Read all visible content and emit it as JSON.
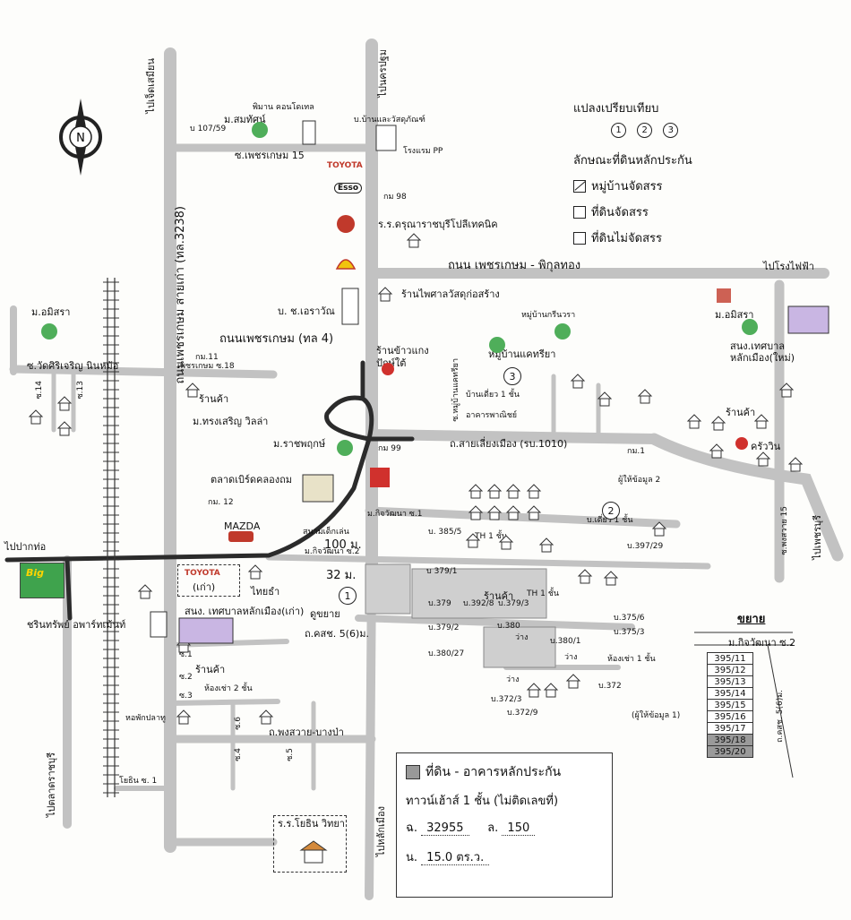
{
  "legend": {
    "compare_title": "แปลงเปรียบเทียบ",
    "compare_numbers": [
      "1",
      "2",
      "3"
    ],
    "type_title": "ลักษณะที่ดินหลักประกัน",
    "types": [
      "หมู่บ้านจัดสรร",
      "ที่ดินจัดสรร",
      "ที่ดินไม่จัดสรร"
    ]
  },
  "compass": {
    "north": "N"
  },
  "roads": {
    "to_jed_sadien": "ไปเจ็ดเสมียน",
    "to_nakhon_pathom": "ไปนครปฐม",
    "to_power_plant": "ไปโรงไฟฟ้า",
    "to_pak_tho": "ไปปากท่อ",
    "to_ratchaburi_market": "ไปตลาดราชบุรี",
    "to_photharam_hua": "ไปหลักเมือง",
    "to_phetchaburi": "ไปเพชรบุรี",
    "phetkasem_15": "ซ.เพชรเกษม 15",
    "phetkasem_pikulthong": "ถนน เพชรเกษม - พิกุลทอง",
    "phetkasem_4": "ถนนเพชรเกษม (ทล 4)",
    "old_phetkasem": "ถนนเพชรเกษม สายเก่า (ทล.3238)",
    "wat_sirijaroen": "ซ.วัดศิริเจริญ นินหม้อ",
    "phetkasem_18": "เพชรเกษม ซ.18",
    "bypass_1010": "ถ.สายเลี่ยงเมือง (รบ.1010)",
    "kijwattana_1": "ม.กิจวัฒนา ซ.1",
    "kijwattana_2": "ม.กิจวัฒนา ซ.2",
    "khosot_5": "ถ.คสช. 5(6)ม.",
    "phongsawai_bangpa": "ถ.พงสวาย-บางป่า",
    "yothin_1": "โยธิน ซ. 1",
    "soi_14": "ซ.14",
    "soi_13": "ซ.13",
    "soi_15": "ซ.พงสวาย 15",
    "soi_3": "ซ.3",
    "soi_4": "ซ.4",
    "soi_6": "ซ.6",
    "soi_5": "ซ.5",
    "soi_1": "ซ.1",
    "soi_2": "ซ.2",
    "moo_ban_kae": "ซ.หมู่บ้านแคทรียา"
  },
  "places": {
    "m_somthat": "ม.สมทัศน์",
    "piman_condo": "พิมาน คอนโดเทล",
    "house_supply": "บ.บ้านและวัสดุภัณฑ์",
    "pp_hotel": "โรงแรม PP",
    "b_107_59": "บ 107/59",
    "toyota": "TOYOTA",
    "esso": "Esso",
    "polytech": "ร.ร.ดรุณาราชบุรีโปลีเทคนิค",
    "kom_98": "กม 98",
    "phaisan_store": "ร้านไพศาลวัสดุก่อสร้าง",
    "b_ch_erawan": "บ. ช.เอราวัณ",
    "m_amisra_left": "ม.อมิสรา",
    "m_amisra_right": "ม.อมิสรา",
    "municipal_new": "สนง.เทศบาลหลักเมือง(ใหม่)",
    "green_village": "หมู่บ้านกรีนวรา",
    "rice_shop": "ร้านข้าวแกง ปักษ์ใต้",
    "kae_village": "หมู่บ้านแคทรียา",
    "house_1_floor": "บ้านเดี่ยว 1 ชั้น",
    "commercial": "อาคารพาณิชย์",
    "shop": "ร้านค้า",
    "kom_11": "กม.11",
    "m_songsoem": "ม.ทรงเสริญ วิลล่า",
    "m_ratchaphruek": "ม.ราชพฤกษ์",
    "kom_99": "กม 99",
    "kom_1": "กม.1",
    "bird_market": "ตลาดเบิร์ดคลองถม",
    "kom_12": "กม. 12",
    "mazda": "MAZDA",
    "kindergarten": "สนามเด็กเล่น",
    "dist_100": "100 ม.",
    "dist_32": "32 ม.",
    "toyota_old": "(เก่า)",
    "thai_tham": "ไทยธำ",
    "big_c": "Big",
    "charinsap": "ชรินทรัพย์ อพาร์ทเม้นท์",
    "municipal_old": "สนง. เทศบาลหลักเมือง(เก่า)",
    "shop_2": "ร้านค้า",
    "room_2_floor": "ห้องเช่า 2 ชั้น",
    "dorm": "หอพักปลาทู",
    "school": "ร.ร.โยธิน วิทยา",
    "informant_1": "(ผู้ให้ข้อมูล 1)",
    "informant_2": "ผู้ให้ข้อมูล 2",
    "th_1": "TH 1 ชั้น",
    "room_1_floor": "ห้องเช่า 1 ชั้น",
    "vacant": "ว่าง",
    "dukai": "ดูขยาย",
    "house_single": "บ.เดี่ยว 1 ชั้น",
    "crunwin": "ครัววิน",
    "b_385_5": "บ. 385/5",
    "b_397_29": "บ.397/29",
    "b_379_1": "บ 379/1",
    "b_379": "บ.379",
    "b_392_8": "บ.392/8",
    "b_379_3": "บ.379/3",
    "b_375_6": "บ.375/6",
    "b_375_3": "บ.375/3",
    "b_380": "บ.380",
    "b_380_1": "บ.380/1",
    "b_379_2": "บ.379/2",
    "b_380_27": "บ.380/27",
    "b_372": "บ.372",
    "b_372_3": "บ.372/3",
    "b_372_9": "บ.372/9"
  },
  "info_box": {
    "title": "ที่ดิน - อาคารหลักประกัน",
    "building": "ทาวน์เฮ้าส์ 1 ชั้น (ไม่ติดเลขที่)",
    "title_deed_label": "ฉ.",
    "title_deed": "32955",
    "land_no_label": "ล.",
    "land_no": "150",
    "area_label": "น.",
    "area": "15.0 ตร.ว."
  },
  "zoom_panel": {
    "title": "ขยาย",
    "street": "ม.กิจวัฒนา ซ.2",
    "side_street": "ถ.คสช. 5(6)ม.",
    "plots": [
      "395/11",
      "395/12",
      "395/13",
      "395/14",
      "395/15",
      "395/16",
      "395/17",
      "395/18",
      "395/20"
    ],
    "highlighted": [
      "395/18",
      "395/20"
    ]
  },
  "colors": {
    "road": "#c2c2c2",
    "highway": "#2b2b2b",
    "tree": "#4fae5a",
    "roof": "#d48a3c",
    "shell": "#f1c40f",
    "marker": "#d0312d"
  }
}
